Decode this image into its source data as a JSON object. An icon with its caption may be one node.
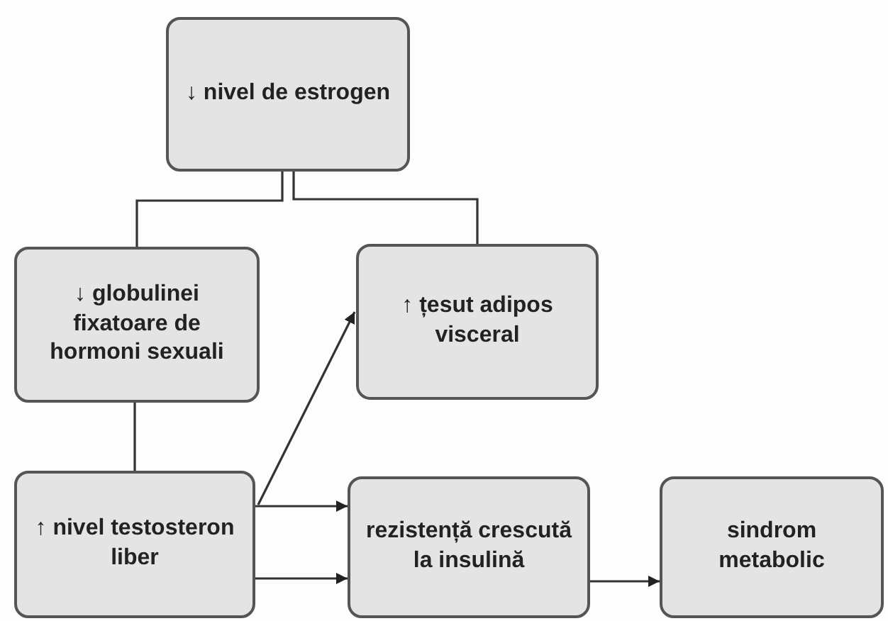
{
  "diagram": {
    "nodes": [
      {
        "text": [
          "↓ nivel de estrogen"
        ]
      },
      {
        "text": [
          "↓ globulinei fixatoare de hormoni sexuali"
        ]
      },
      {
        "text": [
          "↑ țesut adipos visceral"
        ]
      },
      {
        "text": [
          "↑ nivel testosteron liber"
        ]
      },
      {
        "text": [
          "rezistență crescută la insulină"
        ]
      },
      {
        "text": [
          "sindrom metabolic"
        ]
      }
    ],
    "edges": [
      {
        "from": 0,
        "to": 1,
        "arrow": "none"
      },
      {
        "from": 0,
        "to": 2,
        "arrow": "none"
      },
      {
        "from": 1,
        "to": 3,
        "arrow": "none"
      },
      {
        "from": 3,
        "to": 2,
        "arrow": "to"
      },
      {
        "from": 3,
        "to": 4,
        "arrow": "to"
      },
      {
        "from": 3,
        "to": 4,
        "arrow": "to"
      },
      {
        "from": 4,
        "to": 5,
        "arrow": "to"
      }
    ]
  }
}
